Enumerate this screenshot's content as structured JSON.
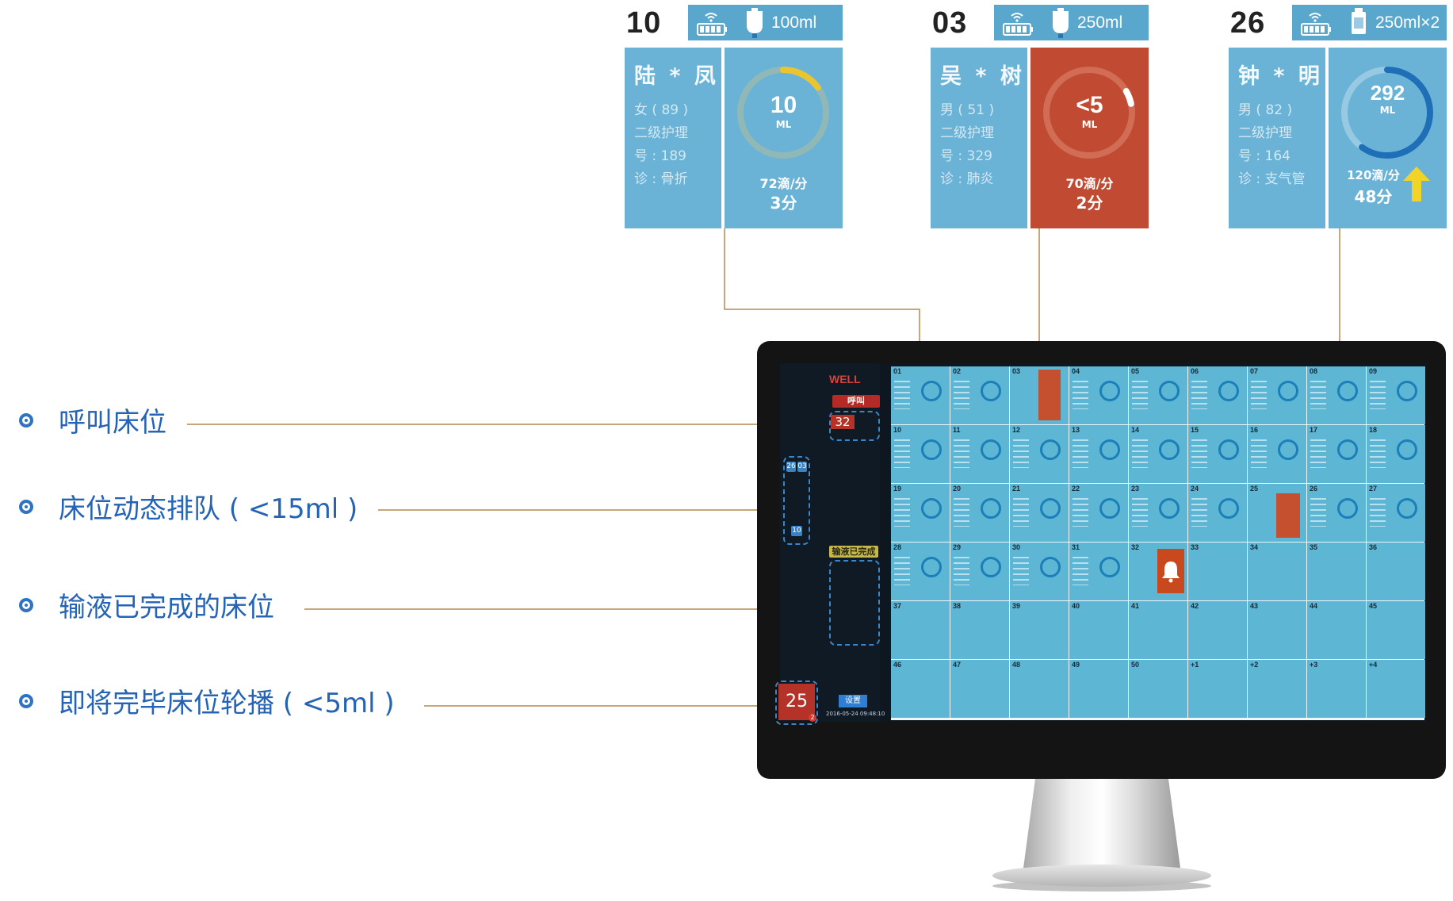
{
  "cards": [
    {
      "bed": "10",
      "volume": "100ml",
      "name": "陆 * 凤",
      "gender_age": "女 ( 89 )",
      "care_level": "二级护理",
      "number": "号 : 189",
      "diagnosis": "诊 : 骨折",
      "remaining_value": "10",
      "remaining_unit": "ML",
      "drip_rate": "72滴/分",
      "time_left": "3分",
      "alert": false,
      "remaining_fraction": 0.15
    },
    {
      "bed": "03",
      "volume": "250ml",
      "name": "吴 * 树",
      "gender_age": "男 ( 51 )",
      "care_level": "二级护理",
      "number": "号 : 329",
      "diagnosis": "诊 : 肺炎",
      "remaining_value": "<5",
      "remaining_unit": "ML",
      "drip_rate": "70滴/分",
      "time_left": "2分",
      "alert": true,
      "remaining_fraction": 0.05
    },
    {
      "bed": "26",
      "volume": "250ml×2",
      "name": "钟 * 明",
      "gender_age": "男 ( 82 )",
      "care_level": "二级护理",
      "number": "号 : 164",
      "diagnosis": "诊 : 支气管",
      "remaining_value": "292",
      "remaining_unit": "ML",
      "drip_rate": "120滴/分",
      "time_left": "48分",
      "alert": false,
      "remaining_fraction": 0.6
    }
  ],
  "legend": [
    {
      "label": "呼叫床位"
    },
    {
      "label": "床位动态排队 ( <15ml )"
    },
    {
      "label": "输液已完成的床位"
    },
    {
      "label": "即将完毕床位轮播 ( <5ml )"
    }
  ],
  "monitor": {
    "brand": "WELL",
    "call_label": "呼叫",
    "call_bed": "32",
    "completed_label": "输液已完成",
    "queue_beds": [
      "26",
      "03",
      "10"
    ],
    "carousel_bed": "25",
    "carousel_count": "2",
    "settings_label": "设置",
    "timestamp": "2016-05-24 09:48:10",
    "bed_labels": [
      "01",
      "02",
      "03",
      "04",
      "05",
      "06",
      "07",
      "08",
      "09",
      "10",
      "11",
      "12",
      "13",
      "14",
      "15",
      "16",
      "17",
      "18",
      "19",
      "20",
      "21",
      "22",
      "23",
      "24",
      "25",
      "26",
      "27",
      "28",
      "29",
      "30",
      "31",
      "32",
      "33",
      "34",
      "35",
      "36",
      "37",
      "38",
      "39",
      "40",
      "41",
      "42",
      "43",
      "44",
      "45",
      "46",
      "47",
      "48",
      "49",
      "50",
      "+1",
      "+2",
      "+3",
      "+4"
    ]
  },
  "colors": {
    "card_blue": "#6bb3d6",
    "alert_red": "#c14a32",
    "legend_blue": "#2463b5",
    "cell_blue": "#5cb6d4"
  }
}
